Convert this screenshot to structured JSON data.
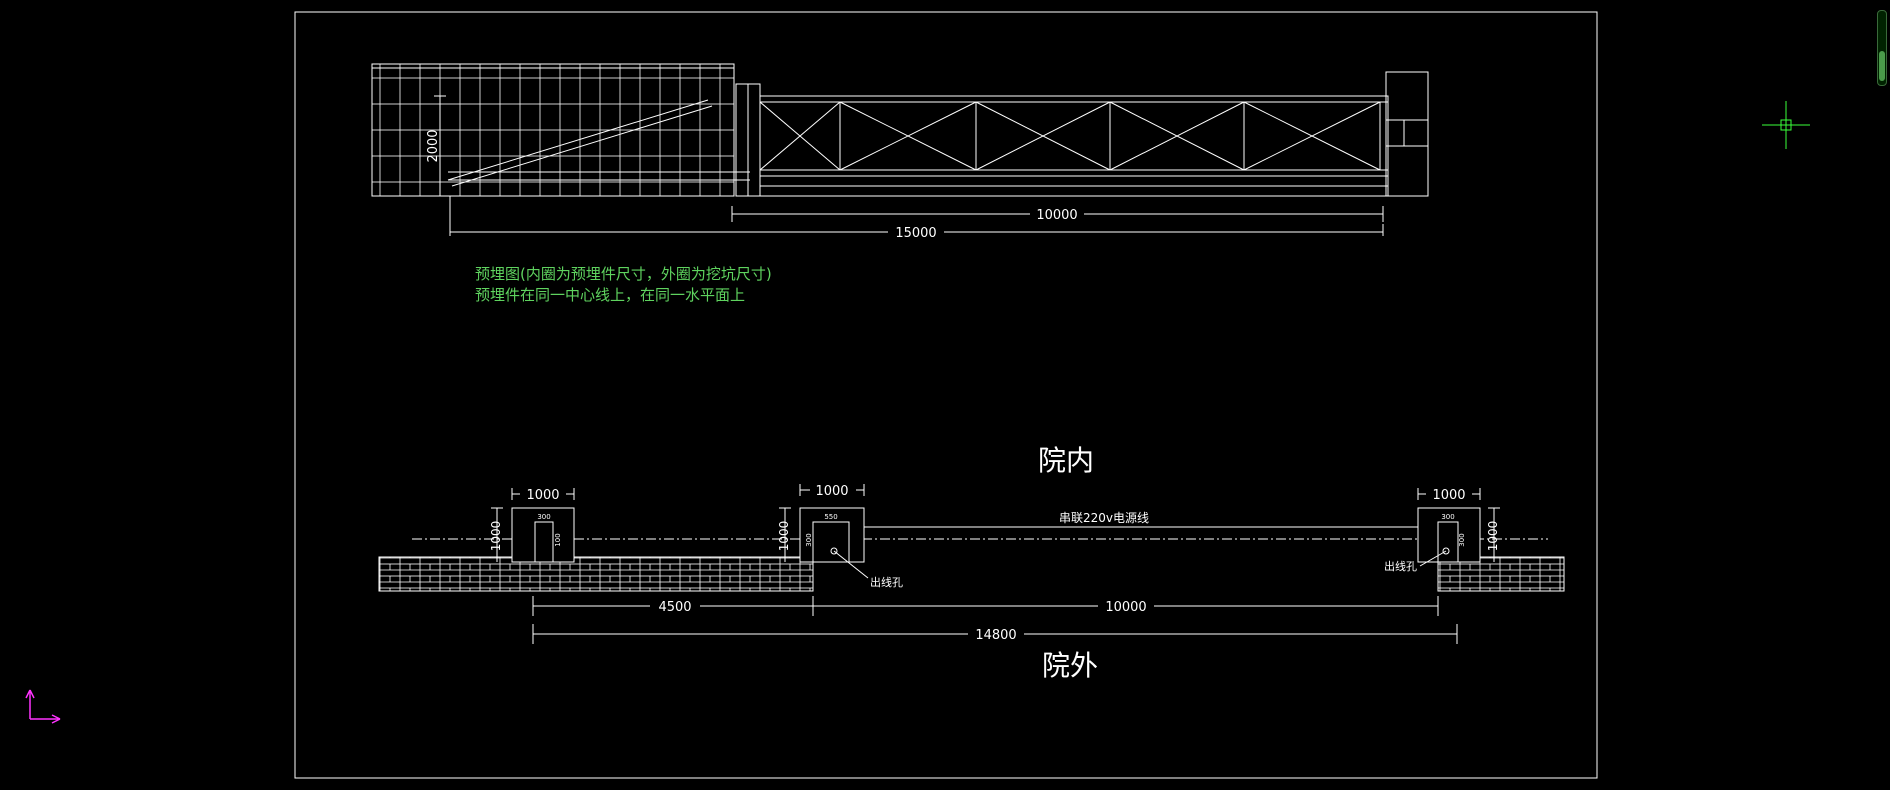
{
  "colors": {
    "background": "#000000",
    "lines": "#ffffff",
    "note_text": "#5fd35f",
    "cursor": "#3aff3a",
    "ucs": "#ff33ff"
  },
  "elevation": {
    "height_dim": "2000",
    "dim_gate": "10000",
    "dim_total": "15000"
  },
  "notes": {
    "line1": "预埋图(内圈为预埋件尺寸，外圈为挖坑尺寸)",
    "line2": "预埋件在同一中心线上，在同一水平面上"
  },
  "plan": {
    "label_inside": "院内",
    "label_outside": "院外",
    "cable_label": "串联220v电源线",
    "hole_label_right": "出线孔",
    "hole_label_left": "出线孔",
    "pits": [
      {
        "outer_width": "1000",
        "outer_height": "1000",
        "inner_width": "300",
        "inner_height": "100"
      },
      {
        "outer_width": "1000",
        "outer_height": "1000",
        "inner_width": "550",
        "inner_height": "300"
      },
      {
        "outer_width": "1000",
        "outer_height": "1000",
        "inner_width": "300",
        "inner_height": "300"
      }
    ],
    "dims": {
      "left_span": "4500",
      "mid_span": "10000",
      "total_span": "14800"
    }
  },
  "icons": {
    "cursor": "crosshair-cursor-icon",
    "ucs": "ucs-axis-icon"
  }
}
